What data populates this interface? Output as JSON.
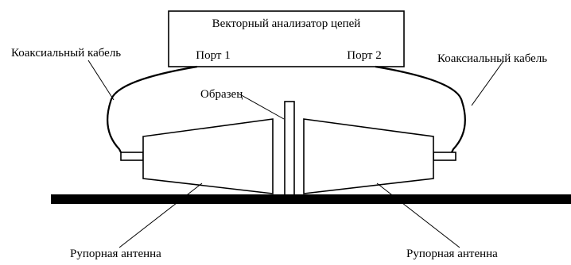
{
  "analyzer": {
    "title": "Векторный анализатор цепей",
    "port1": "Порт 1",
    "port2": "Порт 2"
  },
  "cables": {
    "left_label": "Коаксиальный кабель",
    "right_label": "Коаксиальный кабель"
  },
  "sample": {
    "label": "Образец"
  },
  "antennas": {
    "left_label": "Рупорная антенна",
    "right_label": "Рупорная антенна"
  },
  "colors": {
    "stroke": "#000000",
    "background": "#ffffff"
  }
}
